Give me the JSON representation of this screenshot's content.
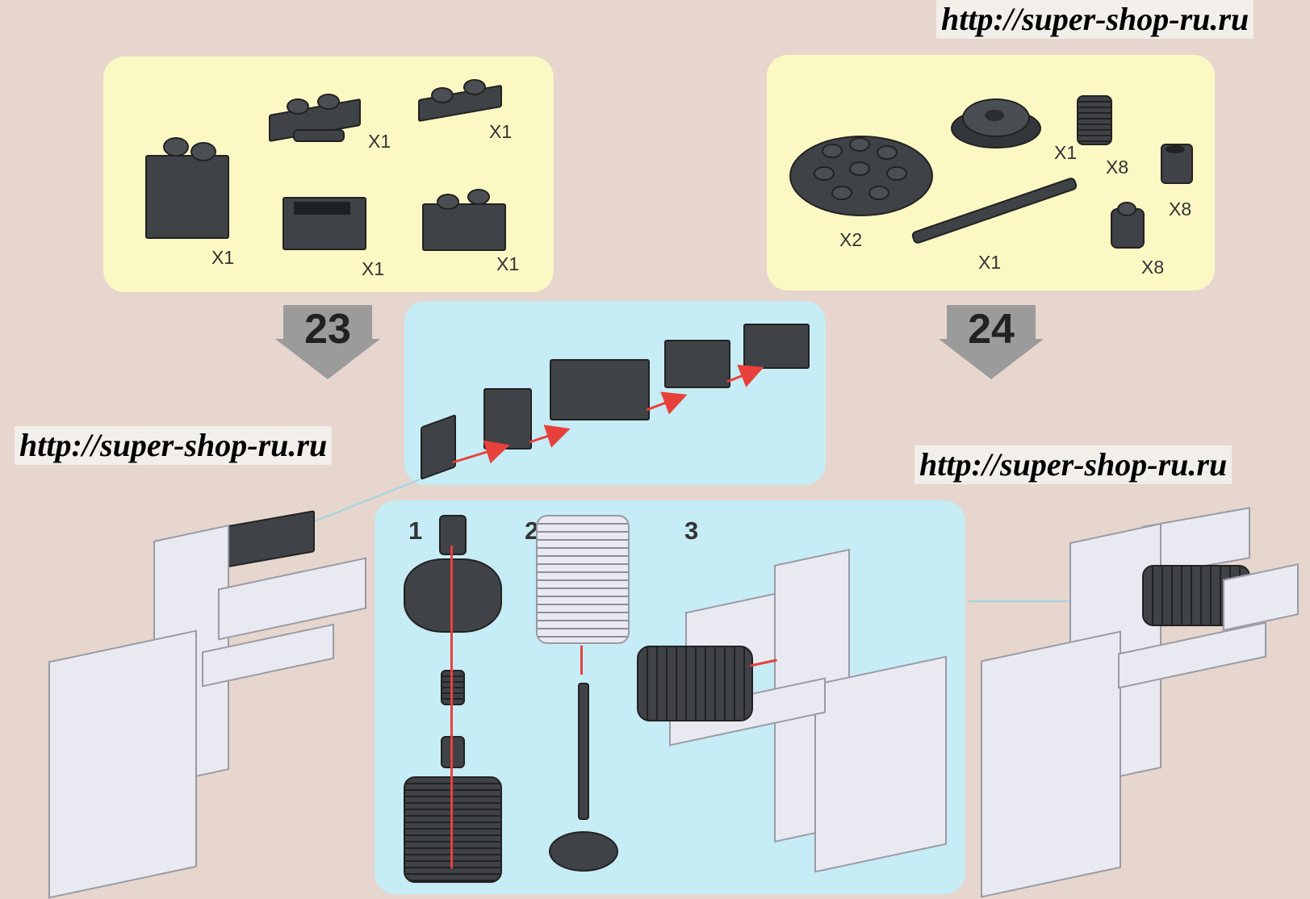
{
  "watermarks": {
    "top_right": "http://super-shop-ru.ru",
    "left": "http://super-shop-ru.ru",
    "right": "http://super-shop-ru.ru"
  },
  "steps": {
    "step23": "23",
    "step24": "24"
  },
  "parts23": [
    {
      "icon": "brick-1x2x2-icon",
      "qty": "X1"
    },
    {
      "icon": "plate-with-clips-icon",
      "qty": "X1"
    },
    {
      "icon": "plate-1x2-icon",
      "qty": "X1"
    },
    {
      "icon": "brick-1x2-open-icon",
      "qty": "X1"
    },
    {
      "icon": "brick-1x2-icon",
      "qty": "X1"
    }
  ],
  "parts24": [
    {
      "icon": "round-plate-icon",
      "qty": "X2"
    },
    {
      "icon": "turntable-icon",
      "qty": "X1"
    },
    {
      "icon": "axle-icon",
      "qty": "X1"
    },
    {
      "icon": "ribbed-cylinder-icon",
      "qty": "X8"
    },
    {
      "icon": "tube-icon",
      "qty": "X8"
    },
    {
      "icon": "round-brick-icon",
      "qty": "X8"
    }
  ],
  "substeps": {
    "s1": "1",
    "s2": "2",
    "s3": "3"
  }
}
